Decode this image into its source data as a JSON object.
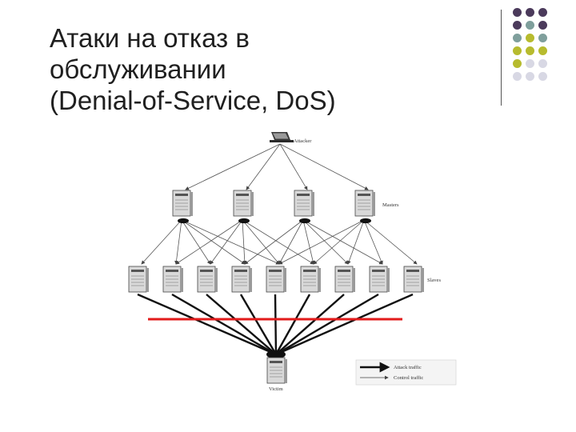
{
  "slide": {
    "title_lines": [
      "Атаки на отказ в",
      "обслуживании",
      "(Denial-of-Service, DoS)"
    ]
  },
  "decoration": {
    "dot_rows": [
      [
        "empty",
        "purple",
        "purple",
        "purple"
      ],
      [
        "purple",
        "purple",
        "teal",
        "purple"
      ],
      [
        "purple",
        "teal",
        "olive",
        "teal"
      ],
      [
        "teal",
        "olive",
        "olive",
        "olive"
      ],
      [
        "olive",
        "olive",
        "lavender",
        "lavender"
      ],
      [
        "empty",
        "lavender",
        "lavender",
        "lavender"
      ]
    ],
    "colors": {
      "purple": "#4b3a5b",
      "teal": "#7f9f9c",
      "olive": "#b7bb2e",
      "lavender": "#d8d8e4"
    }
  },
  "diagram": {
    "labels": {
      "attacker": "Attacker",
      "masters": "Masters",
      "slaves": "Slaves",
      "victim": "Victim"
    },
    "legend": {
      "attack_traffic": "Attack traffic",
      "control_traffic": "Control traffic"
    },
    "master_count": 4,
    "slave_count": 9,
    "highlight_color": "#e21b1b"
  }
}
